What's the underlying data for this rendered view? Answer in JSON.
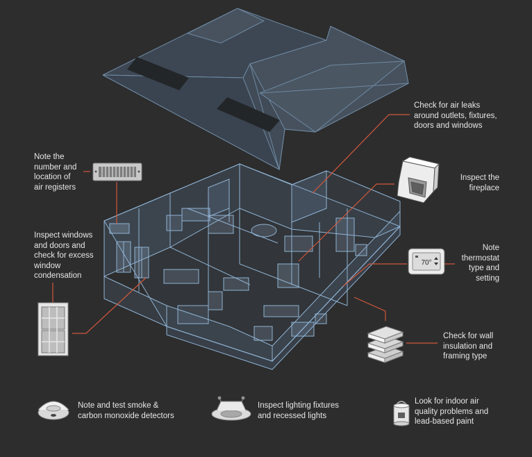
{
  "colors": {
    "background": "#2d2d2e",
    "house_line": "#8fb3d3",
    "roof_fill": "#3a4450",
    "callout_line": "#d2583a",
    "text": "#e6e6e6"
  },
  "callouts": {
    "air_leaks": [
      "Check for air leaks",
      "around outlets, fixtures,",
      "doors and windows"
    ],
    "air_registers": [
      "Note the",
      "number and",
      "location of",
      "air registers"
    ],
    "fireplace": [
      "Inspect the",
      "fireplace"
    ],
    "windows": [
      "Inspect windows",
      "and doors and",
      "check for excess",
      "window",
      "condensation"
    ],
    "thermostat": [
      "Note",
      "thermostat",
      "type and",
      "setting"
    ],
    "thermostat_display": "70°",
    "insulation": [
      "Check for wall",
      "insulation and",
      "framing type"
    ]
  },
  "bottom_items": [
    {
      "icon": "smoke-detector-icon",
      "lines": [
        "Note and test smoke &",
        "carbon monoxide detectors"
      ]
    },
    {
      "icon": "recessed-light-icon",
      "lines": [
        "Inspect lighting fixtures",
        "and recessed lights"
      ]
    },
    {
      "icon": "paint-can-icon",
      "lines": [
        "Look for indoor air",
        "quality problems and",
        "lead-based paint"
      ]
    }
  ]
}
